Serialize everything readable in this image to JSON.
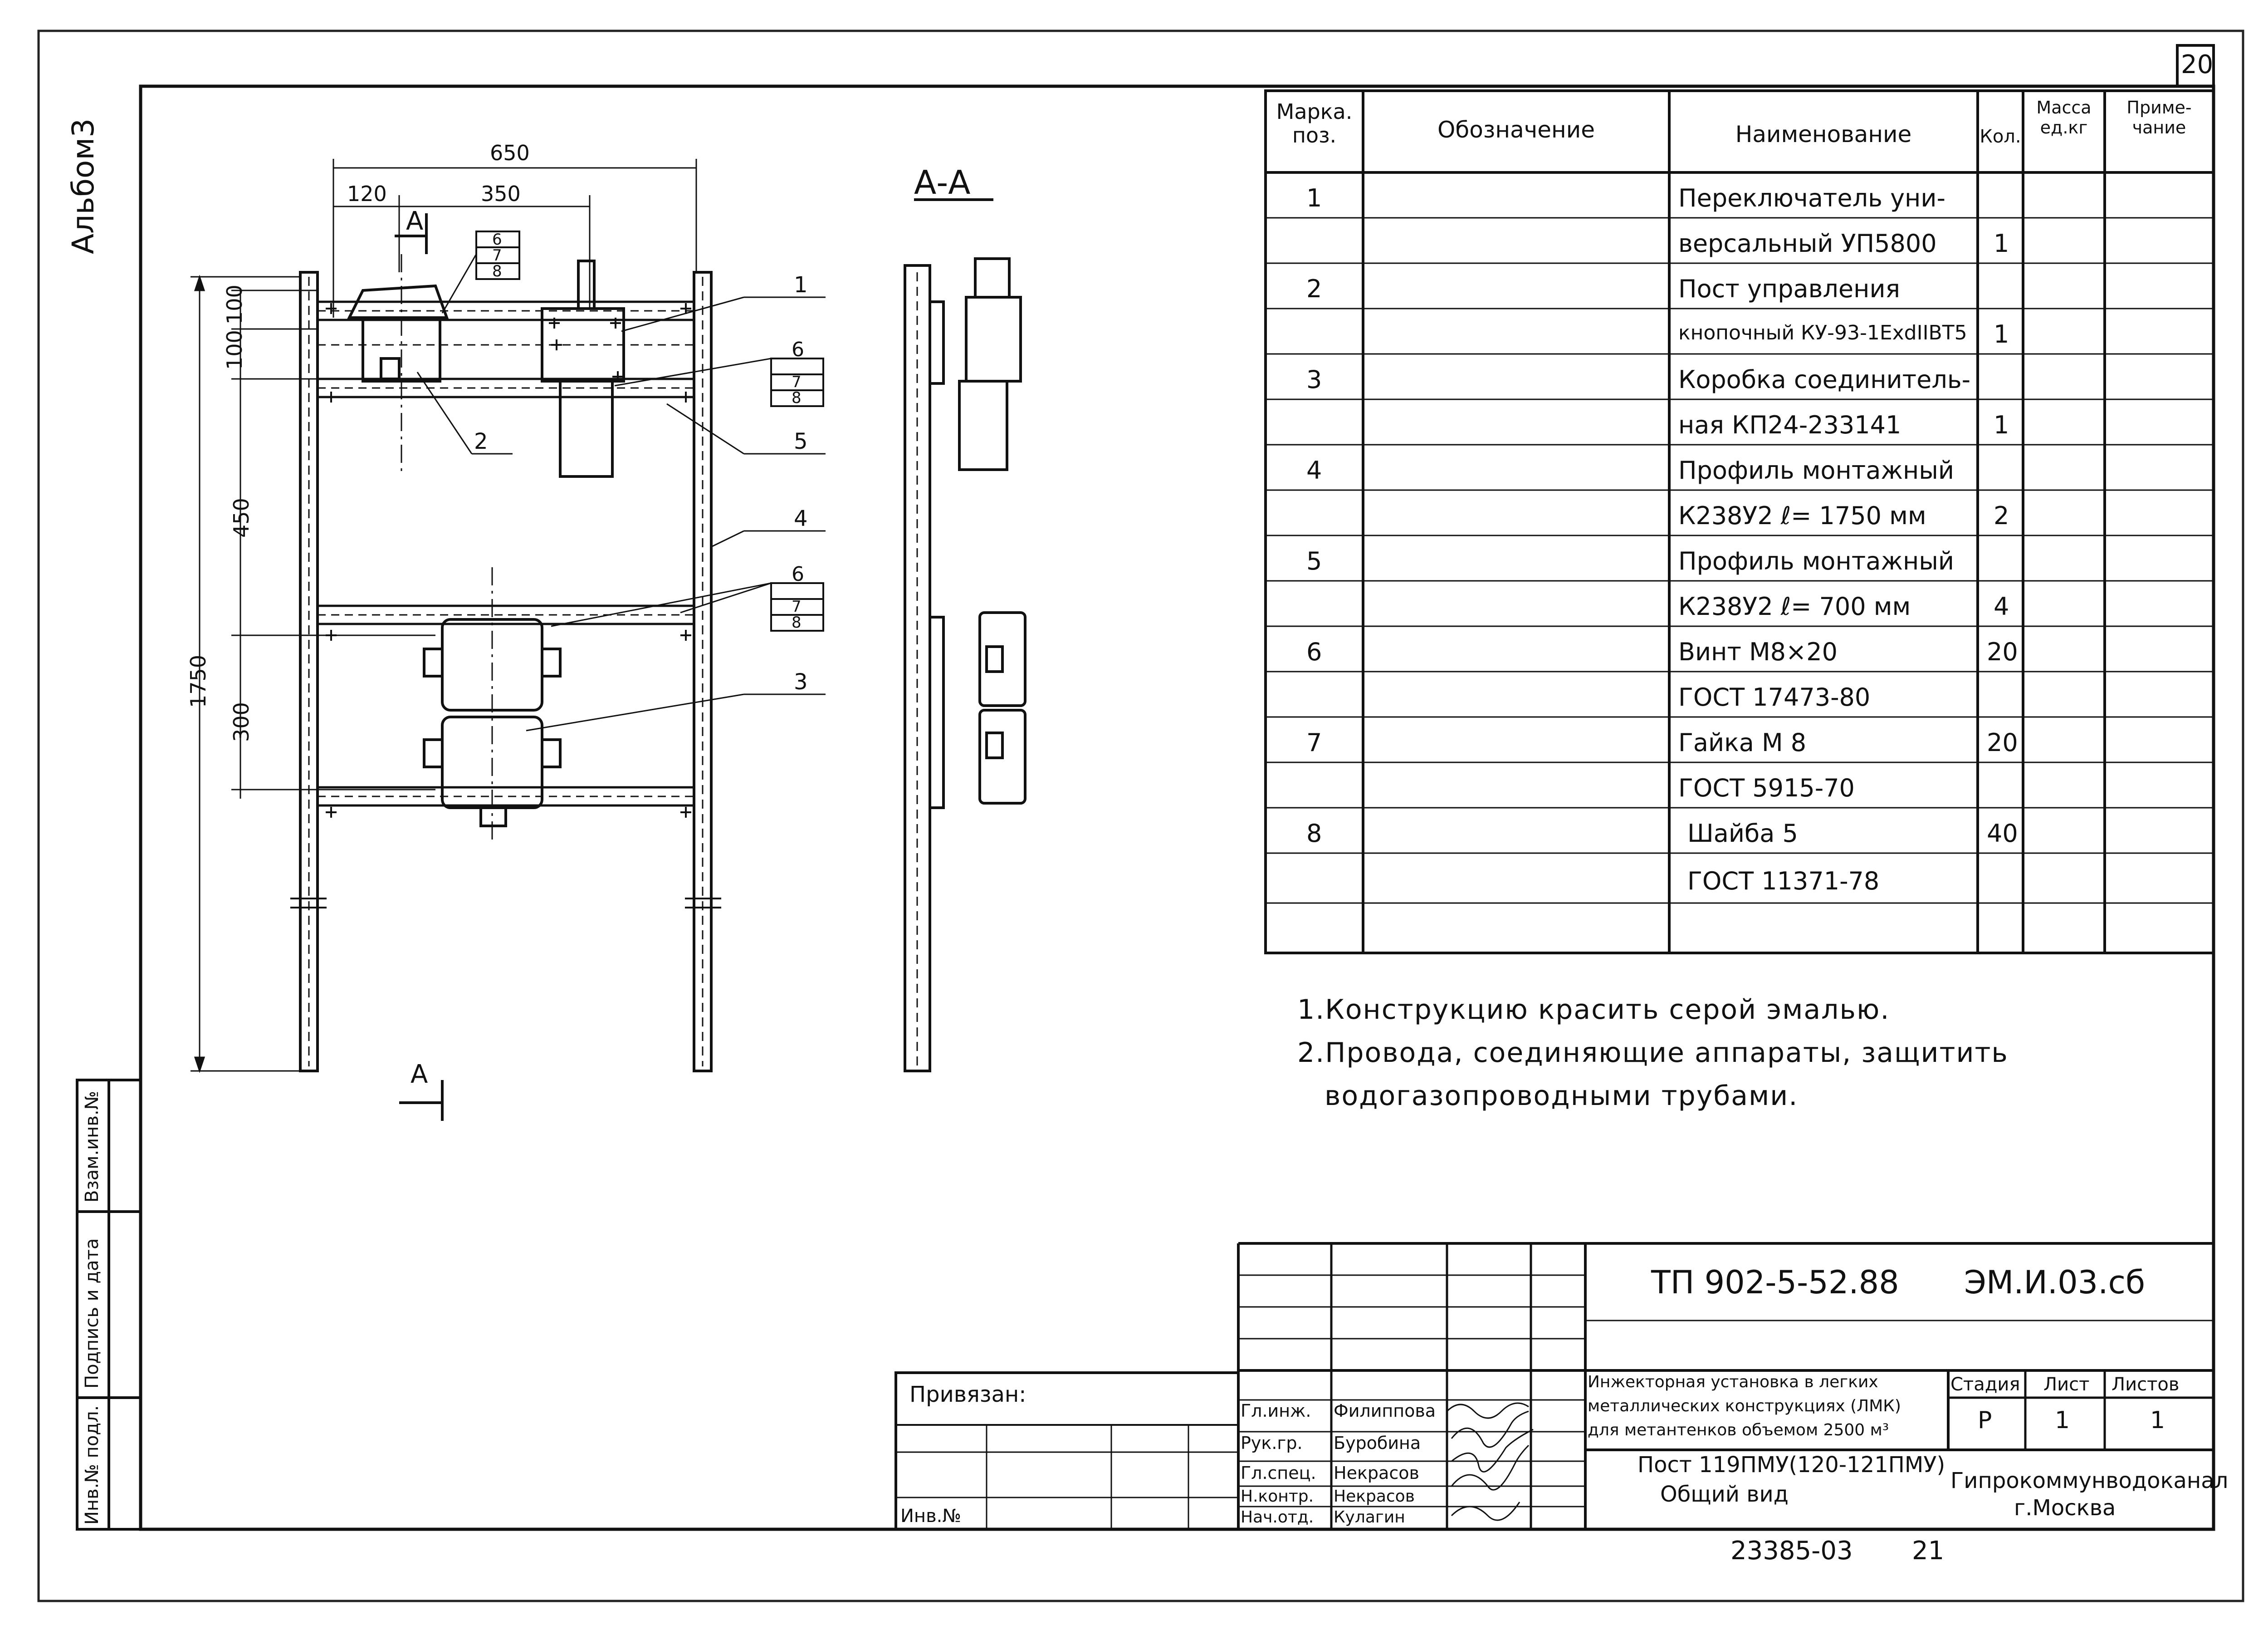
{
  "sheet_number": "20",
  "album": "Альбом3",
  "section": "А-А",
  "dims": {
    "d650": "650",
    "d120": "120",
    "d350": "350",
    "d100a": "100",
    "d100b": "100",
    "d450": "450",
    "d1750": "1750",
    "d300": "300"
  },
  "cut_marks": [
    "А",
    "А"
  ],
  "callouts": [
    "1",
    "2",
    "3",
    "4",
    "5",
    "6",
    "7",
    "8",
    "6",
    "7",
    "8",
    "6",
    "7",
    "8"
  ],
  "spec": {
    "headers": {
      "mark": "Марка. поз.",
      "designation": "Обозначение",
      "name": "Наименование",
      "qty": "Кол.",
      "mass": "Масса ед.кг",
      "note": "Приме- чание"
    },
    "rows": [
      {
        "mark": "1",
        "name": "Переключатель уни-",
        "qty": ""
      },
      {
        "mark": "",
        "name": "версальный УП5800",
        "qty": "1"
      },
      {
        "mark": "2",
        "name": "Пост управления",
        "qty": ""
      },
      {
        "mark": "",
        "name": "кнопочный КУ-93-1ExdIIBT5",
        "qty": "1"
      },
      {
        "mark": "3",
        "name": "Коробка соединитель-",
        "qty": ""
      },
      {
        "mark": "",
        "name": "ная КП24-233141",
        "qty": "1"
      },
      {
        "mark": "4",
        "name": "Профиль монтажный",
        "qty": ""
      },
      {
        "mark": "",
        "name": "К238У2 ℓ= 1750 мм",
        "qty": "2"
      },
      {
        "mark": "5",
        "name": "Профиль монтажный",
        "qty": ""
      },
      {
        "mark": "",
        "name": "К238У2 ℓ= 700 мм",
        "qty": "4"
      },
      {
        "mark": "6",
        "name": "Винт M8×20",
        "qty": "20"
      },
      {
        "mark": "",
        "name": "ГОСТ 17473-80",
        "qty": ""
      },
      {
        "mark": "7",
        "name": "Гайка M 8",
        "qty": "20"
      },
      {
        "mark": "",
        "name": "ГОСТ 5915-70",
        "qty": ""
      },
      {
        "mark": "8",
        "name": "Шайба 5",
        "qty": "40"
      },
      {
        "mark": "",
        "name": "ГОСТ 11371-78",
        "qty": ""
      },
      {
        "mark": "",
        "name": "",
        "qty": ""
      }
    ]
  },
  "notes": [
    "1.Конструкцию красить серой эмалью.",
    "2.Провода, соединяющие аппараты, защитить",
    "водогазопроводными трубами."
  ],
  "stamp": {
    "doc_code": "ТП 902-5-52.88",
    "doc_suffix": "ЭМ.И.03.сб",
    "title": "Инжекторная установка в легких металлических конструкциях (ЛМК) для метантенков объемом 2500 м³",
    "title_lines": [
      "Инжекторная установка в легких",
      "металлических конструкциях (ЛМК)",
      "для метантенков объемом 2500 м³"
    ],
    "subtitle_lines": [
      "Пост 119ПМУ(120-121ПМУ)",
      "Общий вид"
    ],
    "stage_label": "Стадия",
    "sheet_label": "Лист",
    "sheets_label": "Листов",
    "stage": "Р",
    "sheet": "1",
    "sheets": "1",
    "org_lines": [
      "Гипрокоммунводоканал",
      "г.Москва"
    ],
    "signers": [
      {
        "role": "Гл.инж.",
        "name": "Филиппова"
      },
      {
        "role": "Рук.гр.",
        "name": "Буробина"
      },
      {
        "role": "Гл.спец.",
        "name": "Некрасов"
      },
      {
        "role": "Н.контр.",
        "name": "Некрасов"
      },
      {
        "role": "Нач.отд.",
        "name": "Кулагин"
      }
    ],
    "privyazan": "Привязан:",
    "inv_no": "Инв.№",
    "archive_no": "23385-03",
    "archive_page": "21"
  },
  "side_labels": {
    "vzam": "Взам.инв.№",
    "podpis": "Подпись и дата",
    "inv_podl": "Инв.№ подл."
  }
}
